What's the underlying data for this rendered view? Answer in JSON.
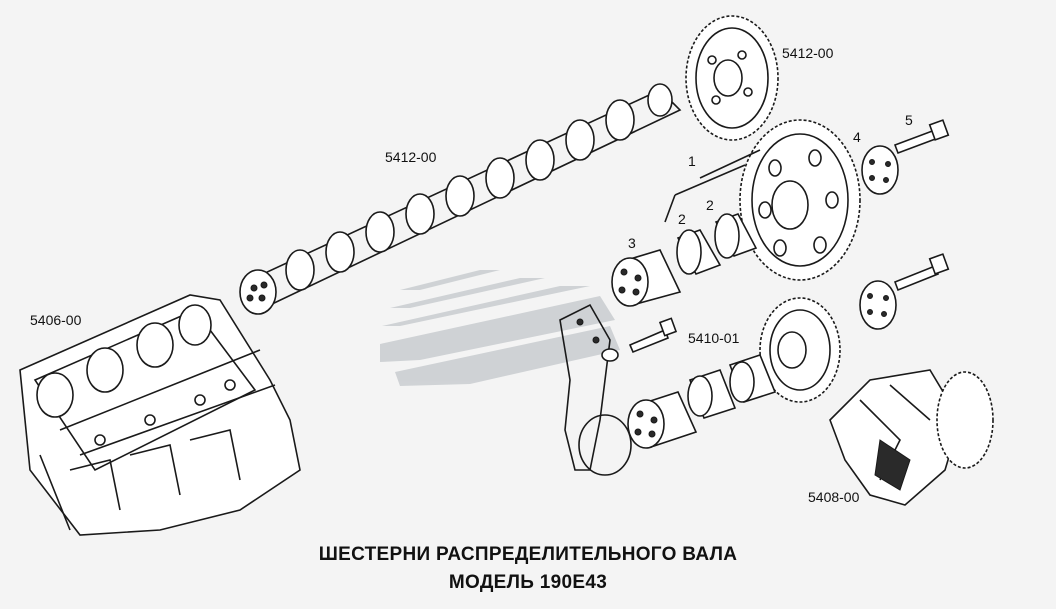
{
  "labels": {
    "camshaft_gear": "5412-00",
    "camshaft": "5412-00",
    "engine_block": "5406-00",
    "idler_gear": "5410-01",
    "crankshaft": "5408-00",
    "callout_1": "1",
    "callout_2a": "2",
    "callout_2b": "2",
    "callout_3": "3",
    "callout_4": "4",
    "callout_5": "5"
  },
  "title": {
    "line1": "ШЕСТЕРНИ РАСПРЕДЕЛИТЕЛЬНОГО ВАЛА",
    "line2": "МОДЕЛЬ 190Е43"
  },
  "colors": {
    "ink": "#1a1a1a",
    "watermark": "#c9cdd0",
    "background": "#f4f4f4"
  }
}
